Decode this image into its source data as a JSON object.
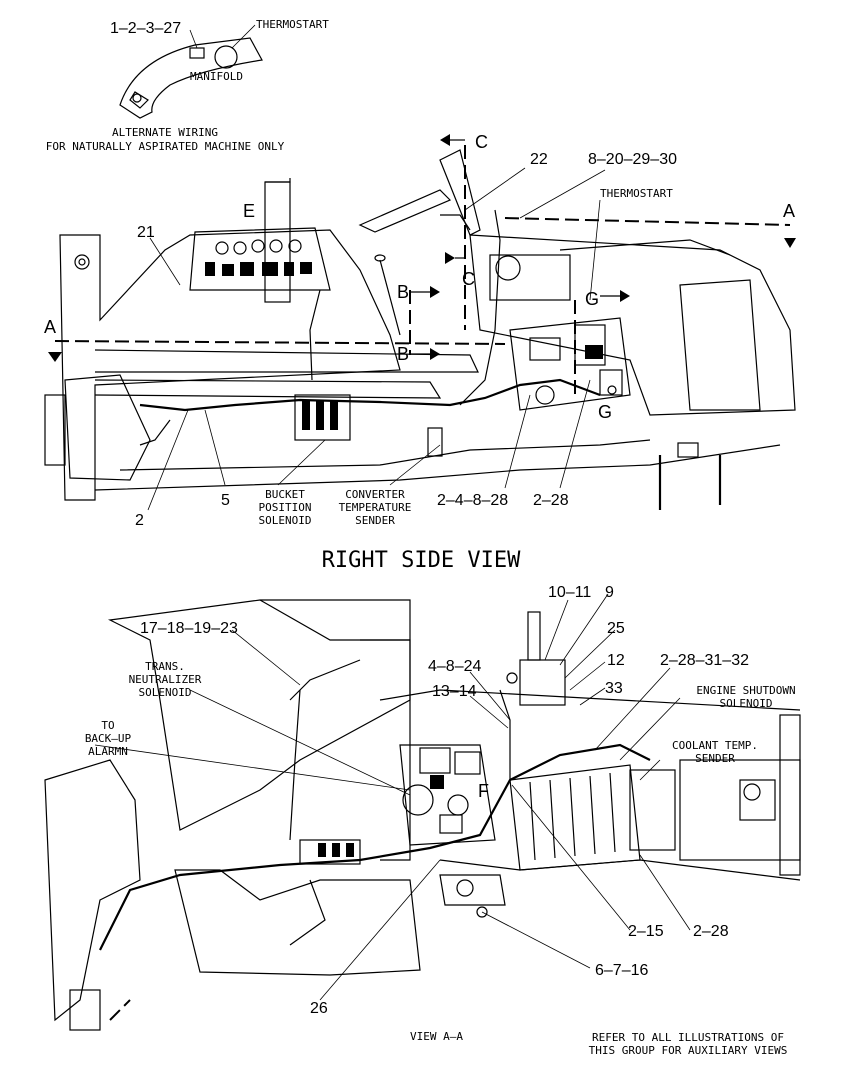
{
  "inset": {
    "callout": "1–2–3–27",
    "thermostart": "THERMOSTART",
    "manifold": "MANIFOLD",
    "caption_line1": "ALTERNATE WIRING",
    "caption_line2": "FOR NATURALLY ASPIRATED MACHINE ONLY"
  },
  "right_side_view": {
    "title": "RIGHT SIDE VIEW",
    "callouts": {
      "c22": "22",
      "c8_20_29_30": "8–20–29–30",
      "thermostart": "THERMOSTART",
      "c21": "21",
      "e": "E",
      "a_left": "A",
      "a_right": "A",
      "b_top": "B",
      "b_bottom": "B",
      "c_top": "C",
      "c_mid": "C",
      "g_top": "G",
      "g_bottom": "G",
      "c2": "2",
      "c5": "5",
      "bucket_line1": "BUCKET",
      "bucket_line2": "POSITION",
      "bucket_line3": "SOLENOID",
      "conv_line1": "CONVERTER",
      "conv_line2": "TEMPERATURE",
      "conv_line3": "SENDER",
      "c2_4_8_28": "2–4–8–28",
      "c2_28": "2–28"
    }
  },
  "view_a_a": {
    "title": "VIEW  A–A",
    "callouts": {
      "c17_18_19_23": "17–18–19–23",
      "c10_11": "10–11",
      "c9": "9",
      "c25": "25",
      "c12": "12",
      "c33": "33",
      "c4_8_24": "4–8–24",
      "c13_14": "13–14",
      "c2_28_31_32": "2–28–31–32",
      "trans_line1": "TRANS.",
      "trans_line2": "NEUTRALIZER",
      "trans_line3": "SOLENOID",
      "backup_line1": "TO",
      "backup_line2": "BACK–UP",
      "backup_line3": "ALARMN",
      "shutdown_line1": "ENGINE SHUTDOWN",
      "shutdown_line2": "SOLENOID",
      "coolant_line1": "COOLANT TEMP.",
      "coolant_line2": "SENDER",
      "f": "F",
      "c2_15": "2–15",
      "c2_28": "2–28",
      "c6_7_16": "6–7–16",
      "c26": "26"
    }
  },
  "footer": {
    "refer_line1": "REFER TO ALL ILLUSTRATIONS OF",
    "refer_line2": "THIS GROUP FOR AUXILIARY VIEWS"
  }
}
